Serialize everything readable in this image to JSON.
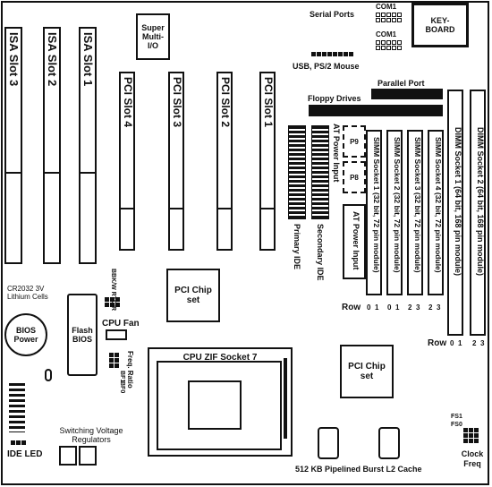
{
  "board": {
    "isa_slots": [
      "ISA Slot 3",
      "ISA Slot 2",
      "ISA Slot 1"
    ],
    "pci_slots": [
      "PCI Slot 4",
      "PCI Slot 3",
      "PCI Slot 2",
      "PCI Slot 1"
    ],
    "super_io": "Super Multi-I/O",
    "serial_ports": "Serial Ports",
    "com1_top": "COM1",
    "com1_bottom": "COM1",
    "keyboard": "KEY-BOARD",
    "usb_ps2": "USB, PS/2 Mouse",
    "parallel_port": "Parallel Port",
    "floppy_drives": "Floppy Drives",
    "at_power_input_rot": "AT Power Input",
    "at_power_input_box": "AT Power Input",
    "p8": "P8",
    "p9": "P9",
    "primary_ide": "Primary IDE",
    "secondary_ide": "Secondary IDE",
    "simm_sockets": [
      "SIMM Socket 1 (32 bit, 72 pin module)",
      "SIMM Socket 2 (32 bit, 72 pin module)",
      "SIMM Socket 3 (32 bit, 72 pin module)",
      "SIMM Socket 4 (32 bit, 72 pin module)"
    ],
    "dimm_sockets": [
      "DIMM Socket 1 (64 bit, 168 pin module)",
      "DIMM Socket 2 (64 bit, 168 pin module)"
    ],
    "row_label_simm": "Row",
    "row_label_dimm": "Row",
    "simm_rows": [
      "0",
      "1",
      "0",
      "1",
      "2",
      "3",
      "2",
      "3"
    ],
    "dimm_rows": [
      "0",
      "1",
      "2",
      "3"
    ],
    "pci_chip_top": "PCI Chip set",
    "pci_chip_bottom": "PCI Chip set",
    "battery_label": "CR2032 3V Lithium Cells",
    "bios_power": "BIOS Power",
    "flash_bios": "Flash BIOS",
    "bbk": "BBK/W RTC/R",
    "cpu_fan": "CPU Fan",
    "freq_ratio": "Freq. Ratio",
    "bf1": "BF1",
    "bf0": "BF0",
    "cpu_socket": "CPU ZIF Socket 7",
    "switching_regulators": "Switching Voltage Regulators",
    "ide_led": "IDE LED",
    "l2_cache": "512 KB Pipelined Burst L2 Cache",
    "fs1": "FS1",
    "fs0": "FS0",
    "clock_freq": "Clock Freq"
  }
}
